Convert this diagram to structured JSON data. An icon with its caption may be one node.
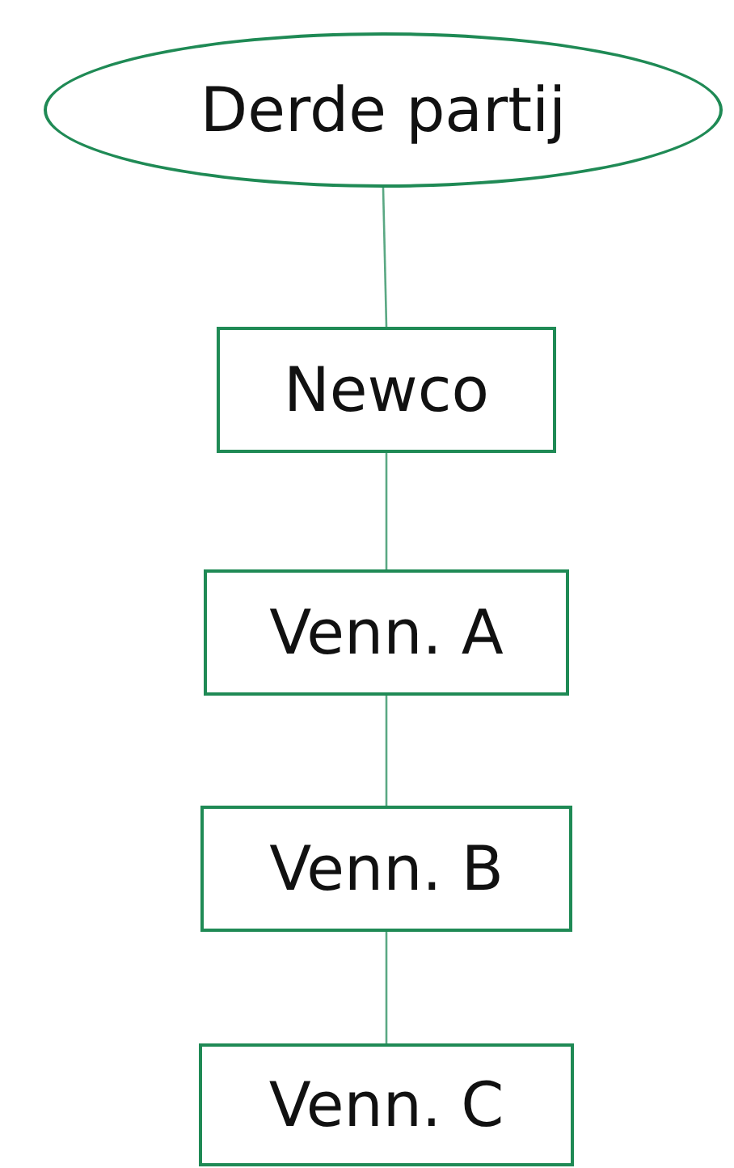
{
  "diagram": {
    "nodes": [
      {
        "text": [
          "Derde partij"
        ]
      },
      {
        "text": [
          "Newco"
        ]
      },
      {
        "text": [
          "Venn. A"
        ]
      },
      {
        "text": [
          "Venn. B"
        ]
      },
      {
        "text": [
          "Venn. C"
        ]
      }
    ],
    "edges": [
      {
        "from": 0,
        "to": 1,
        "arrow": "none"
      },
      {
        "from": 1,
        "to": 2,
        "arrow": "none"
      },
      {
        "from": 2,
        "to": 3,
        "arrow": "none"
      },
      {
        "from": 3,
        "to": 4,
        "arrow": "none"
      }
    ]
  }
}
